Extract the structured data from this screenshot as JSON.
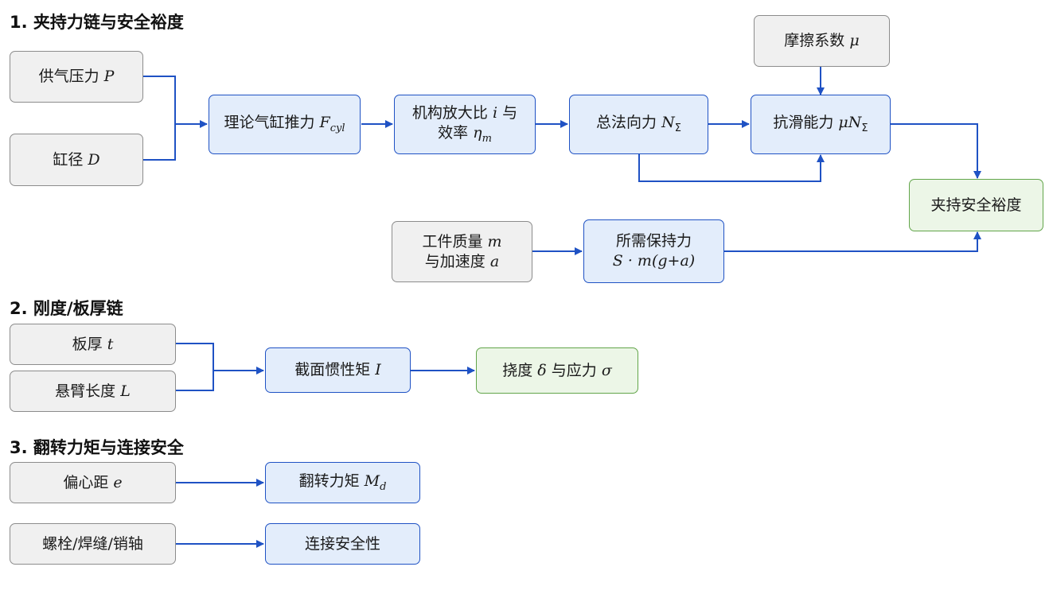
{
  "sections": {
    "s1": "1. 夹持力链与安全裕度",
    "s2": "2. 刚度/板厚链",
    "s3": "3. 翻转力矩与连接安全"
  },
  "nodes": {
    "supply": {
      "text": "供气压力",
      "sym": "P"
    },
    "bore": {
      "text": "缸径",
      "sym": "D"
    },
    "cyl": {
      "text": "理论气缸推力",
      "sym": "F",
      "sub": "cyl"
    },
    "mech": {
      "line1_text": "机构放大比",
      "line1_sym": "i",
      "line1_tail": "与",
      "line2_text": "效率",
      "line2_sym": "η",
      "line2_sub": "m"
    },
    "normal": {
      "text": "总法向力",
      "sym": "N",
      "sub": "Σ"
    },
    "antislip": {
      "text": "抗滑能力",
      "sym": "μN",
      "sub": "Σ"
    },
    "friction": {
      "text": "摩擦系数",
      "sym": "μ"
    },
    "margin": {
      "text": "夹持安全裕度"
    },
    "mass": {
      "line1_text": "工件质量",
      "line1_sym": "m",
      "line2_text": "与加速度",
      "line2_sym": "a"
    },
    "holding": {
      "line1": "所需保持力",
      "formula": "S · m(g+a)"
    },
    "thick": {
      "text": "板厚",
      "sym": "t"
    },
    "cant": {
      "text": "悬臂长度",
      "sym": "L"
    },
    "inertia": {
      "text": "截面惯性矩",
      "sym": "I"
    },
    "deflect": {
      "text": "挠度",
      "sym1": "δ",
      "mid": "与应力",
      "sym2": "σ"
    },
    "ecc": {
      "text": "偏心距",
      "sym": "e"
    },
    "moment": {
      "text": "翻转力矩",
      "sym": "M",
      "sub": "d"
    },
    "bolt": {
      "text": "螺栓/焊缝/销轴"
    },
    "joint": {
      "text": "连接安全性"
    }
  },
  "colors": {
    "input_fill": "#f0f0f0",
    "input_border": "#8c8c8c",
    "process_fill": "#e3edfb",
    "process_border": "#1f52c4",
    "output_fill": "#ecf6e7",
    "output_border": "#62a54a",
    "arrow": "#1f52c4"
  }
}
